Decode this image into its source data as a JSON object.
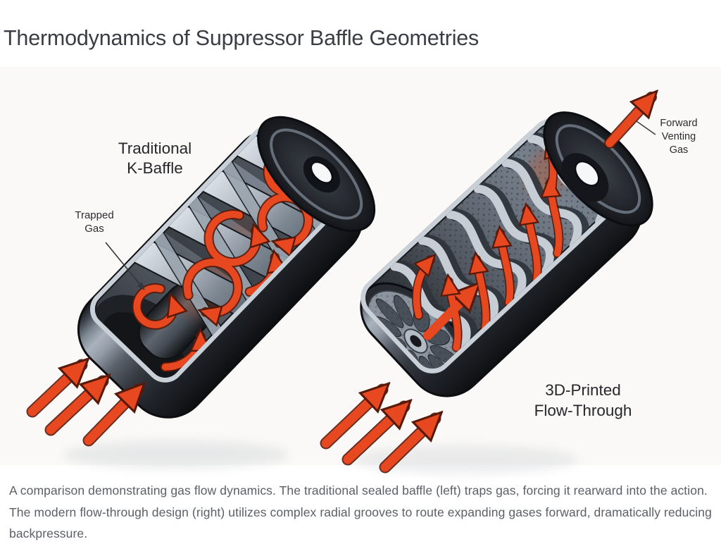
{
  "page": {
    "title": "Thermodynamics of Suppressor Baffle Geometries",
    "background": "#ffffff",
    "panel_background": "#faf9f7"
  },
  "diagram": {
    "left_suppressor": {
      "name_label": "Traditional\nK-Baffle",
      "annotation": "Trapped\nGas"
    },
    "right_suppressor": {
      "name_label": "3D-Printed\nFlow-Through",
      "annotation": "Forward\nVenting\nGas"
    },
    "colors": {
      "gas_arrow": "#e8481f",
      "metal_dark": "#24272d",
      "metal_light": "#c6cdd5",
      "label_ink": "#25272b"
    }
  },
  "caption": {
    "text": "A comparison demonstrating gas flow dynamics. The traditional sealed baffle (left) traps gas, forcing it rearward into the action. The modern flow-through design (right) utilizes complex radial grooves to route expanding gases forward, dramatically reducing backpressure."
  }
}
